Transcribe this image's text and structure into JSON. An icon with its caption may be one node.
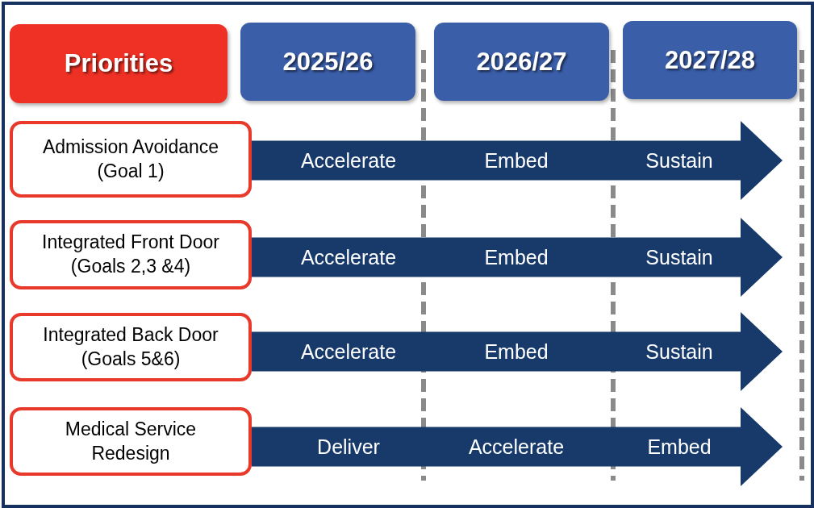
{
  "diagram": {
    "nodes": [
      {
        "text": [
          "Priorities"
        ]
      },
      {
        "text": [
          "2025/26"
        ]
      },
      {
        "text": [
          "2026/27"
        ]
      },
      {
        "text": [
          "2027/28"
        ]
      },
      {
        "text": [
          "Admission Avoidance (Goal 1)"
        ]
      },
      {
        "text": [
          "Accelerate",
          "Embed",
          "Sustain"
        ]
      },
      {
        "text": [
          "Integrated Front Door (Goals 2,3 &4)"
        ]
      },
      {
        "text": [
          "Accelerate",
          "Embed",
          "Sustain"
        ]
      },
      {
        "text": [
          "Integrated Back Door (Goals 5&6)"
        ]
      },
      {
        "text": [
          "Accelerate",
          "Embed",
          "Sustain"
        ]
      },
      {
        "text": [
          "Medical Service Redesign"
        ]
      },
      {
        "text": [
          "Deliver",
          "Accelerate",
          "Embed"
        ]
      }
    ]
  }
}
